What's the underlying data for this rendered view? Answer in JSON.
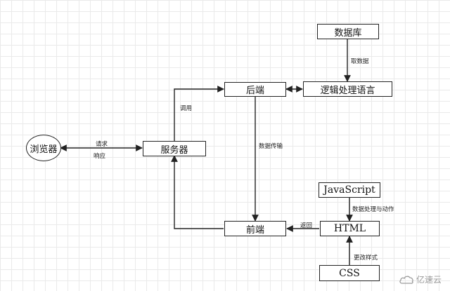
{
  "nodes": {
    "browser": "浏览器",
    "server": "服务器",
    "backend": "后端",
    "database": "数据库",
    "logic": "逻辑处理语言",
    "frontend": "前端",
    "javascript": "JavaScript",
    "html": "HTML",
    "css": "CSS"
  },
  "edges": {
    "request": "请求",
    "response": "响应",
    "call": "调用",
    "fetch_data": "取数据",
    "data_transfer": "数据传输",
    "data_processing_animation": "数据处理与动作",
    "return": "返回",
    "change_style": "更改样式"
  },
  "watermark": "亿速云"
}
